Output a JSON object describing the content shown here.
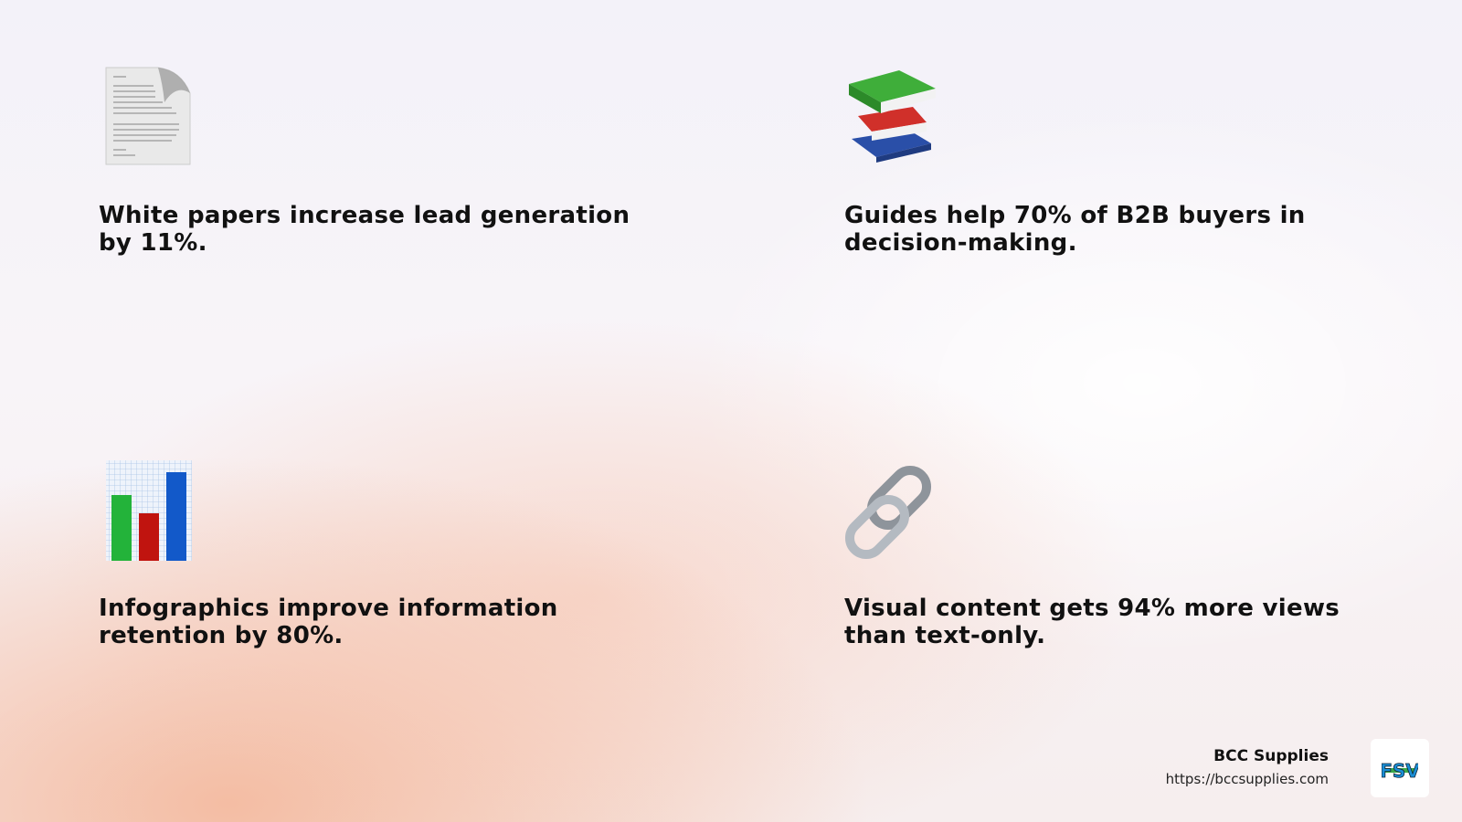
{
  "cards": [
    {
      "icon": "page-curl-document-icon",
      "text": "White papers increase lead generation by 11%."
    },
    {
      "icon": "books-icon",
      "text": "Guides help 70% of B2B buyers in decision-making."
    },
    {
      "icon": "bar-chart-icon",
      "text": "Infographics improve information retention by 80%."
    },
    {
      "icon": "link-icon",
      "text": "Visual content gets 94% more views than text-only."
    }
  ],
  "footer": {
    "brand": "BCC Supplies",
    "url": "https://bccsupplies.com",
    "logo_text": "FSV"
  }
}
